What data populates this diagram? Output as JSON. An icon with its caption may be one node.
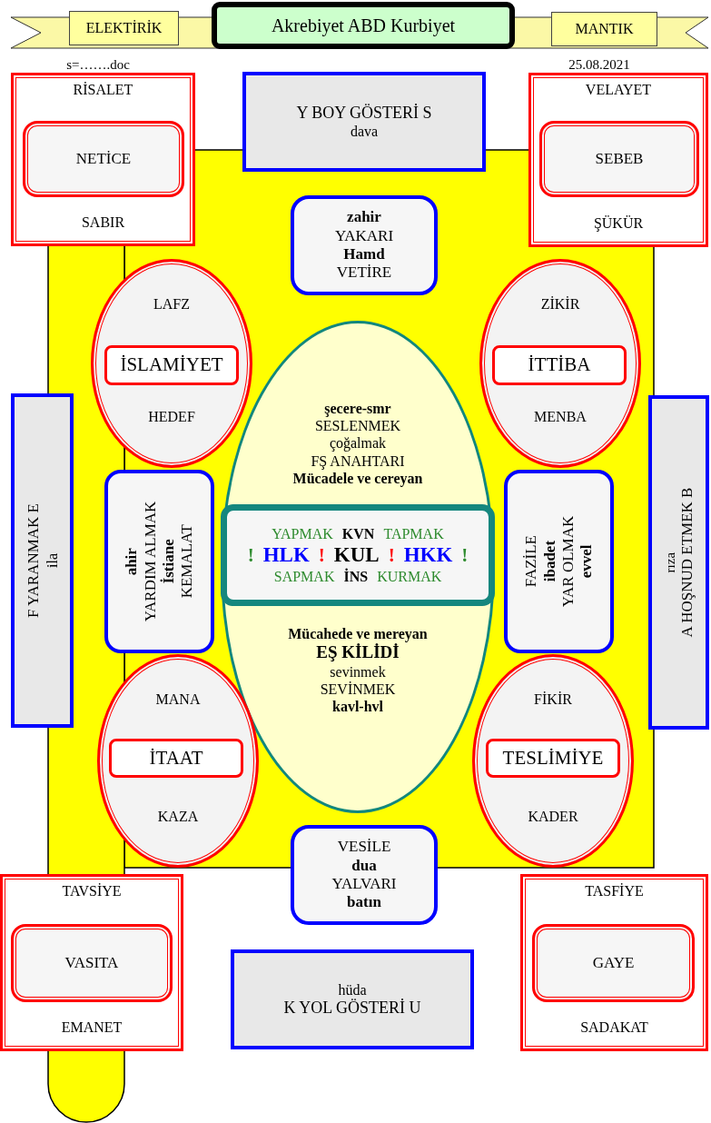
{
  "diagram": {
    "title": "Akrebiyet ABD Kurbiyet",
    "nodes": [
      {
        "text": [
          "ELEKTİRİK"
        ]
      },
      {
        "text": [
          "MANTIK"
        ]
      },
      {
        "text": [
          "RİSALET",
          "SABIR"
        ]
      },
      {
        "text": [
          "NETİCE"
        ],
        "in": 2
      },
      {
        "text": [
          "Y BOY GÖSTERİ S",
          "dava"
        ]
      },
      {
        "text": [
          "VELAYET",
          "ŞÜKÜR"
        ]
      },
      {
        "text": [
          "SEBEB"
        ],
        "in": 5
      },
      {
        "text": [
          "zahir",
          "YAKARI",
          "Hamd",
          "VETİRE"
        ]
      },
      {
        "text": [
          "LAFZ",
          "HEDEF"
        ]
      },
      {
        "text": [
          "İSLAMİYET"
        ],
        "in": 8
      },
      {
        "text": [
          "ZİKİR",
          "MENBA"
        ]
      },
      {
        "text": [
          "İTTİBA"
        ],
        "in": 10
      },
      {
        "text": [
          "şecere-smr",
          "SESLENMEK",
          "çoğalmak",
          "FŞ ANAHTARI",
          "Mücadele ve cereyan",
          "Mücahede ve mereyan",
          "EŞ KİLİDİ",
          "sevinmek",
          "SEVİNMEK",
          "kavl-hvl"
        ]
      },
      {
        "text": [
          "YAPMAK",
          "KVN",
          "TAPMAK",
          "!",
          "HLK",
          "!",
          "KUL",
          "!",
          "HKK",
          "!",
          "SAPMAK",
          "İNS",
          "KURMAK"
        ],
        "in": 12
      },
      {
        "text": [
          "F YARANMAK E",
          "ila"
        ]
      },
      {
        "text": [
          "ahir",
          "YARDIM ALMAK",
          "İstiane",
          "KEMALAT"
        ]
      },
      {
        "text": [
          "FAZİLE",
          "ibadet",
          "YAR OLMAK",
          "evvel"
        ]
      },
      {
        "text": [
          "rıza",
          "A HOŞNUD ETMEK B"
        ]
      },
      {
        "text": [
          "MANA",
          "KAZA"
        ]
      },
      {
        "text": [
          "İTAAT"
        ],
        "in": 18
      },
      {
        "text": [
          "FİKİR",
          "KADER"
        ]
      },
      {
        "text": [
          "TESLİMİYE"
        ],
        "in": 20
      },
      {
        "text": [
          "VESİLE",
          "dua",
          "YALVARI",
          "batın"
        ]
      },
      {
        "text": [
          "TAVSİYE",
          "EMANET"
        ]
      },
      {
        "text": [
          "VASITA"
        ],
        "in": 23
      },
      {
        "text": [
          "hüda",
          "K YOL GÖSTERİ U"
        ]
      },
      {
        "text": [
          "TASFİYE",
          "SADAKAT"
        ]
      },
      {
        "text": [
          "GAYE"
        ],
        "in": 26
      }
    ],
    "labels": [
      "s=…….doc",
      "25.08.2021"
    ]
  }
}
